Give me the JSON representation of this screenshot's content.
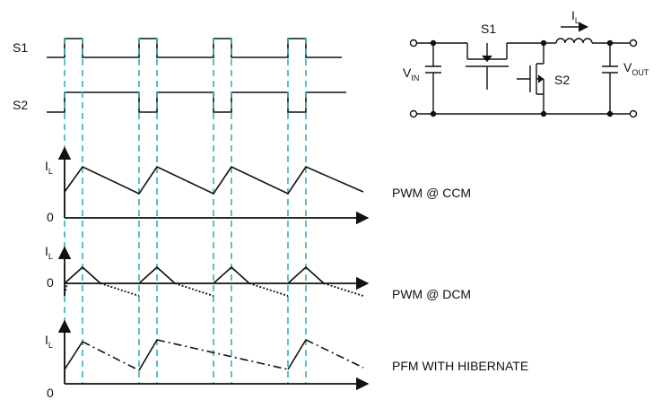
{
  "colors": {
    "ink": "#111111",
    "timing_marker": "#29b6b6"
  },
  "signals": {
    "s1": "S1",
    "s2": "S2"
  },
  "axes": {
    "il": "I",
    "il_sub": "L",
    "zero": "0"
  },
  "modes": {
    "ccm": "PWM @ CCM",
    "dcm": "PWM @ DCM",
    "pfm": "PFM WITH HIBERNATE"
  },
  "schematic": {
    "s1": "S1",
    "s2": "S2",
    "il": "I",
    "il_sub": "L",
    "vin": "V",
    "vin_sub": "IN",
    "vout": "V",
    "vout_sub": "OUT"
  }
}
